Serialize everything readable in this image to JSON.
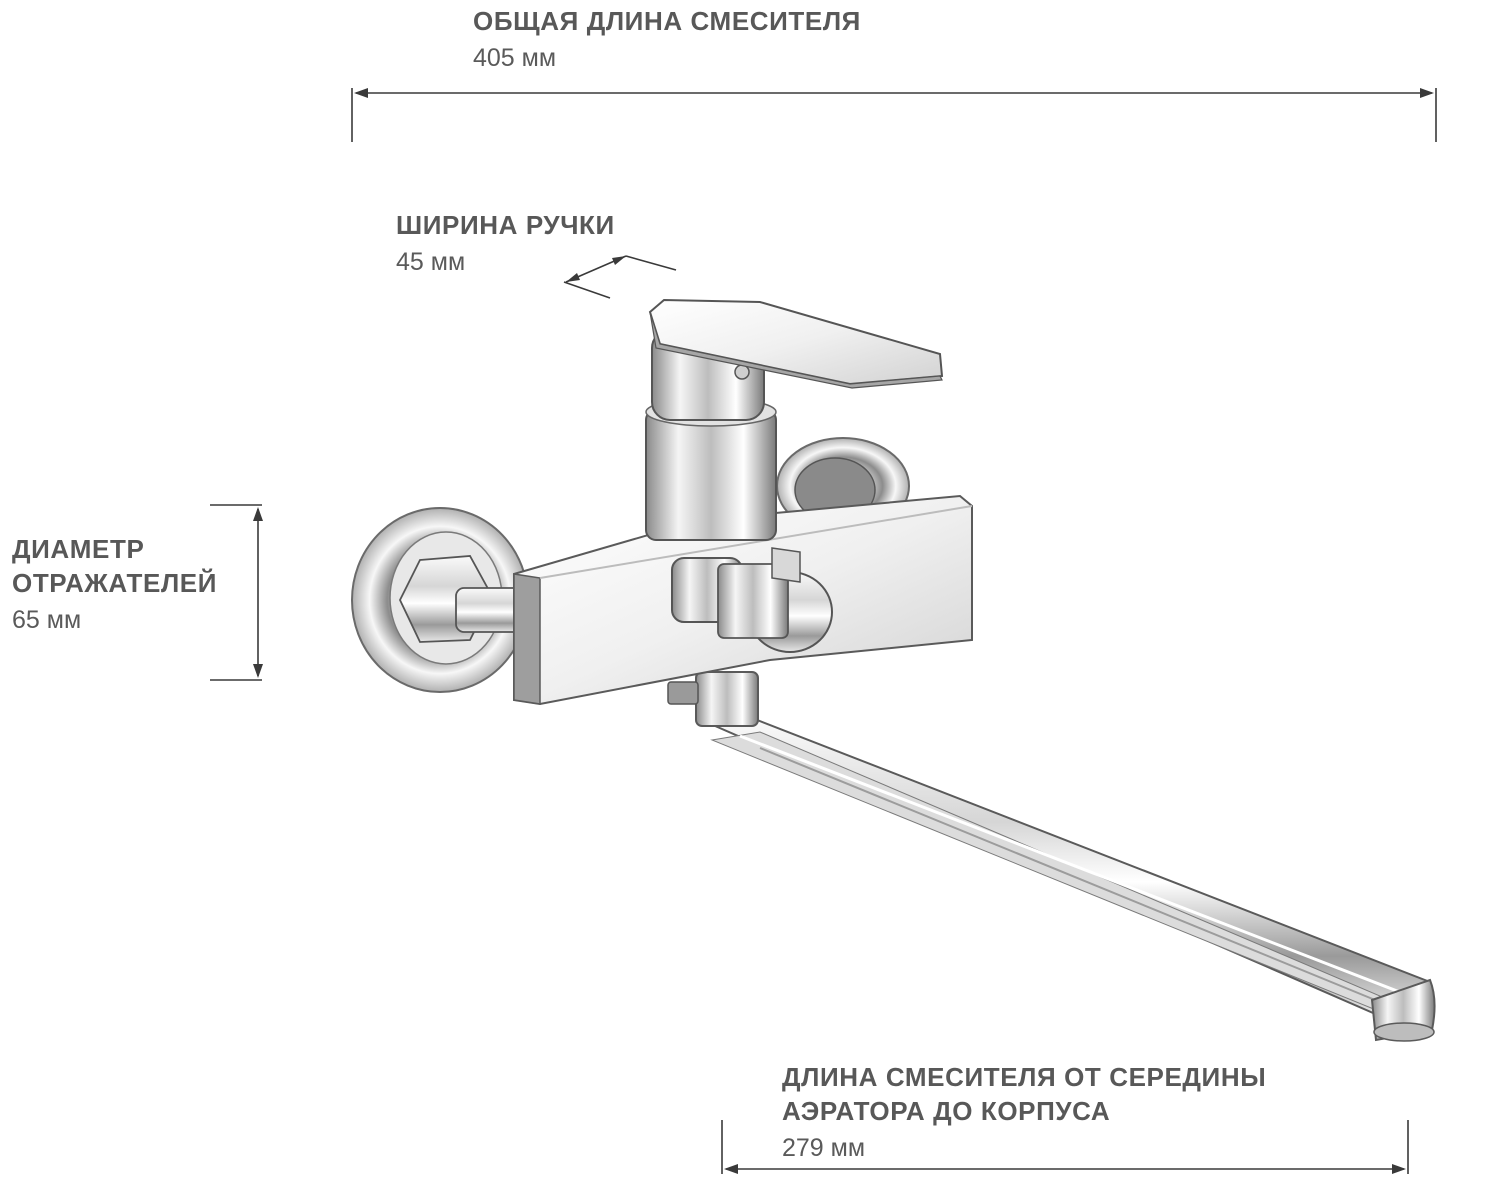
{
  "dimensions": {
    "total_length": {
      "title": "ОБЩАЯ ДЛИНА СМЕСИТЕЛЯ",
      "value": "405 мм"
    },
    "handle_width": {
      "title": "ШИРИНА РУЧКИ",
      "value": "45 мм"
    },
    "reflector_diameter": {
      "title_line1": "ДИАМЕТР",
      "title_line2": "ОТРАЖАТЕЛЕЙ",
      "value": "65 мм"
    },
    "spout_length": {
      "title_line1": "ДЛИНА СМЕСИТЕЛЯ ОТ СЕРЕДИНЫ",
      "title_line2": "АЭРАТОРА ДО КОРПУСА",
      "value": "279 мм"
    }
  },
  "colors": {
    "text": "#585858",
    "dimension_line": "#3a3a3a",
    "chrome_dark": "#5c5c5c",
    "chrome_light": "#f4f4f4"
  }
}
